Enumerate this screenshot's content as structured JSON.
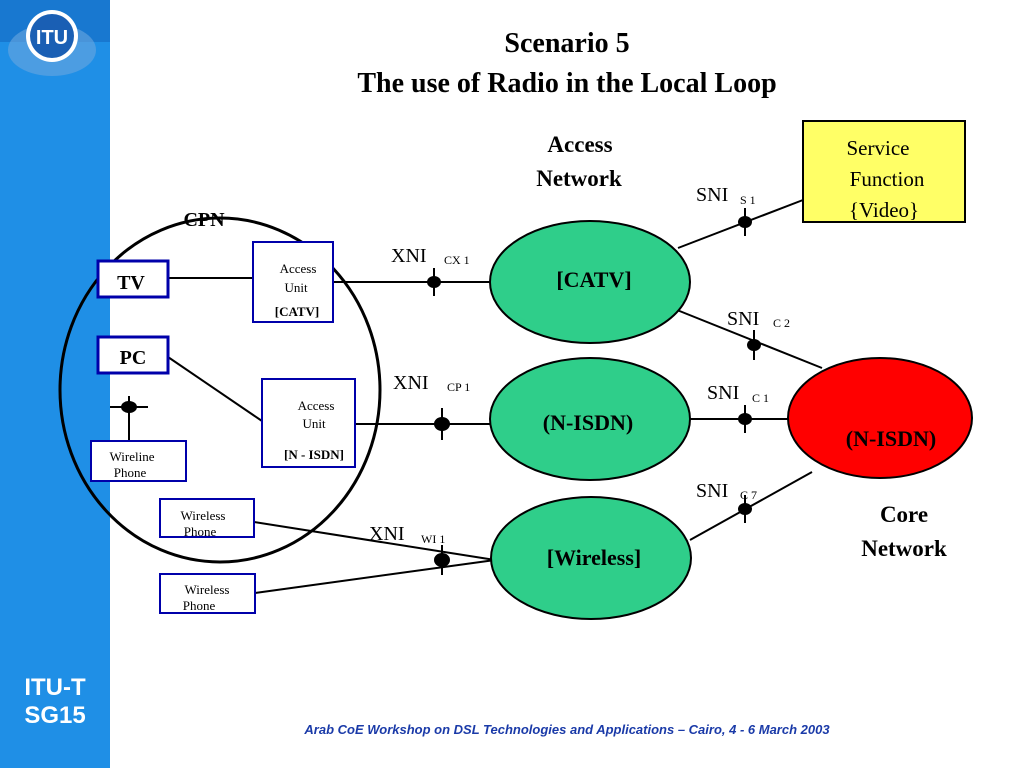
{
  "logo": {
    "text": "ITU"
  },
  "sidebar": {
    "line1": "ITU-T",
    "line2": "SG15"
  },
  "title": {
    "line1": "Scenario 5",
    "line2": "The use of Radio in the Local Loop"
  },
  "footer": "Arab CoE  Workshop on DSL Technologies and Applications – Cairo, 4 - 6 March 2003",
  "colors": {
    "sidebar": "#1f8fe6",
    "access_node": "#2fce8a",
    "core_node": "#ff0000",
    "service_box": "#ffff66",
    "footer_text": "#1a3aa8"
  },
  "cpn": {
    "label": "CPN",
    "tv": "TV",
    "pc": "PC",
    "access_unit_catv": {
      "line1": "Access",
      "line2": "Unit",
      "line3": "[CATV]"
    },
    "access_unit_isdn": {
      "line1": "Access",
      "line2": "Unit",
      "line3": "[N -  ISDN]"
    },
    "wireline_phone": {
      "line1": "Wireline",
      "line2": "Phone"
    }
  },
  "wireless_phone_1": {
    "line1": "Wireless",
    "line2": "Phone"
  },
  "wireless_phone_2": {
    "line1": "Wireless",
    "line2": "Phone"
  },
  "access_network": {
    "line1": "Access",
    "line2": "Network"
  },
  "nodes": {
    "catv": "[CATV]",
    "nisdn": "(N-ISDN)",
    "wireless": "[Wireless]",
    "core": "(N-ISDN)"
  },
  "core_network": {
    "line1": "Core",
    "line2": "Network"
  },
  "service": {
    "line1": "Service",
    "line2": "Function",
    "line3": "{Video}"
  },
  "interfaces": {
    "xni_cx1": {
      "main": "XNI",
      "sub": "CX 1"
    },
    "xni_cp1": {
      "main": "XNI",
      "sub": "CP 1"
    },
    "xni_wi1": {
      "main": "XNI",
      "sub": "WI 1"
    },
    "sni_s1": {
      "main": "SNI",
      "sub": "S 1"
    },
    "sni_c2": {
      "main": "SNI",
      "sub": "C 2"
    },
    "sni_c1": {
      "main": "SNI",
      "sub": "C 1"
    },
    "sni_c7": {
      "main": "SNI",
      "sub": "C 7"
    }
  }
}
